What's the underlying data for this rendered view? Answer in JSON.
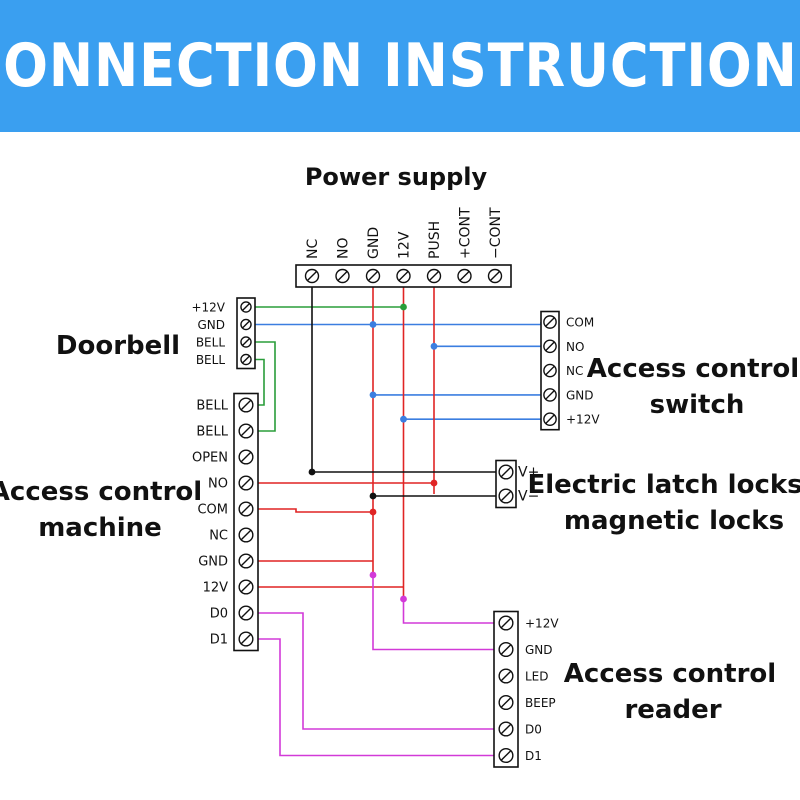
{
  "header": {
    "title": "CONNECTION INSTRUCTIONS"
  },
  "labels": {
    "power_supply": "Power supply",
    "doorbell": "Doorbell",
    "access_control_switch": [
      "Access control",
      "switch"
    ],
    "access_control_machine": [
      "Access control",
      "machine"
    ],
    "locks": [
      "Electric latch locks,",
      "magnetic locks"
    ],
    "access_control_reader": [
      "Access control",
      "reader"
    ]
  },
  "terminals": {
    "power_supply": [
      "NC",
      "NO",
      "GND",
      "12V",
      "PUSH",
      "+CONT",
      "−CONT"
    ],
    "doorbell": [
      "+12V",
      "GND",
      "BELL",
      "BELL"
    ],
    "access_control_switch": [
      "COM",
      "NO",
      "NC",
      "GND",
      "+12V"
    ],
    "access_control_machine": [
      "BELL",
      "BELL",
      "OPEN",
      "NO",
      "COM",
      "NC",
      "GND",
      "12V",
      "D0",
      "D1"
    ],
    "locks": [
      "V+",
      "V−"
    ],
    "access_control_reader": [
      "+12V",
      "GND",
      "LED",
      "BEEP",
      "D0",
      "D1"
    ]
  },
  "colors": {
    "banner": "#3a9ff0",
    "wire_green": "#2a9d3a",
    "wire_blue": "#3b7ee0",
    "wire_red": "#e02424",
    "wire_black": "#111111",
    "wire_magenta": "#d23ad8"
  },
  "icons": {
    "terminal": "screw-terminal-icon"
  }
}
